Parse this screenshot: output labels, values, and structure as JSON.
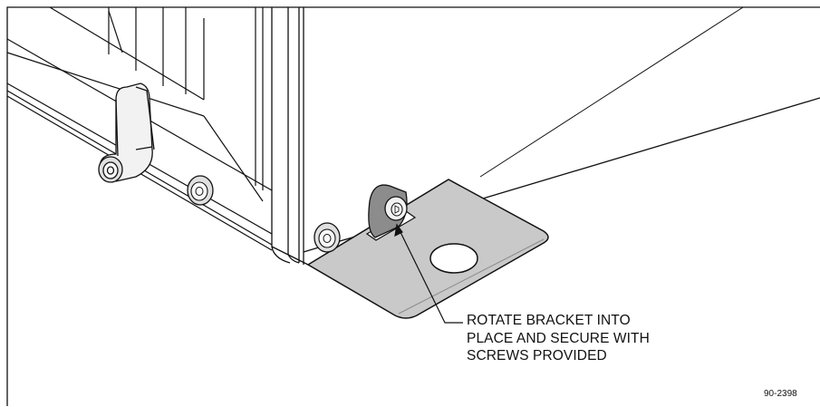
{
  "callout": {
    "lines": [
      "ROTATE BRACKET INTO",
      "PLACE AND SECURE WITH",
      "SCREWS PROVIDED"
    ]
  },
  "figure_id": "90-2398",
  "colors": {
    "ink": "#111111",
    "bracket_fill": "#c9c9c9",
    "part_fill": "#f2f2f2",
    "shade": "#8c8c8c"
  }
}
